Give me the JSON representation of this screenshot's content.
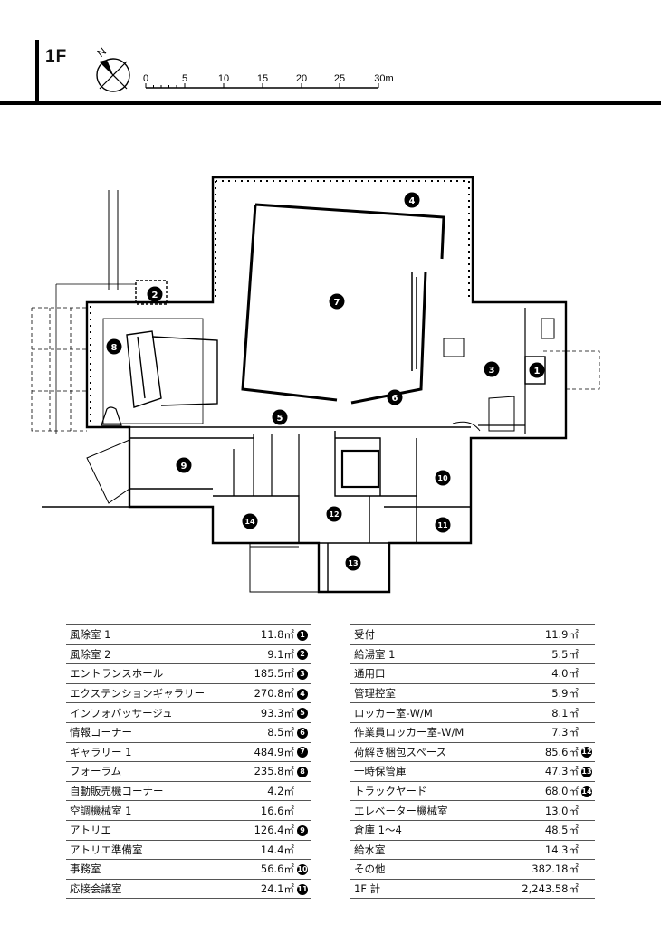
{
  "floor": "1F",
  "compass": {
    "north_label": "N"
  },
  "scale": {
    "ticks": [
      "0",
      "5",
      "10",
      "15",
      "20",
      "25",
      "30m"
    ]
  },
  "map_markers": [
    "1",
    "2",
    "3",
    "4",
    "5",
    "6",
    "7",
    "8",
    "9",
    "10",
    "11",
    "12",
    "13",
    "14"
  ],
  "rooms_left": [
    {
      "name": "風除室 1",
      "area": "11.8㎡",
      "marker": "1"
    },
    {
      "name": "風除室 2",
      "area": "9.1㎡",
      "marker": "2"
    },
    {
      "name": "エントランスホール",
      "area": "185.5㎡",
      "marker": "3"
    },
    {
      "name": "エクステンションギャラリー",
      "area": "270.8㎡",
      "marker": "4"
    },
    {
      "name": "インフォパッサージュ",
      "area": "93.3㎡",
      "marker": "5"
    },
    {
      "name": "情報コーナー",
      "area": "8.5㎡",
      "marker": "6"
    },
    {
      "name": "ギャラリー 1",
      "area": "484.9㎡",
      "marker": "7"
    },
    {
      "name": "フォーラム",
      "area": "235.8㎡",
      "marker": "8"
    },
    {
      "name": "自動販売機コーナー",
      "area": "4.2㎡",
      "marker": ""
    },
    {
      "name": "空調機械室 1",
      "area": "16.6㎡",
      "marker": ""
    },
    {
      "name": "アトリエ",
      "area": "126.4㎡",
      "marker": "9"
    },
    {
      "name": "アトリエ準備室",
      "area": "14.4㎡",
      "marker": ""
    },
    {
      "name": "事務室",
      "area": "56.6㎡",
      "marker": "10"
    },
    {
      "name": "応接会議室",
      "area": "24.1㎡",
      "marker": "11"
    }
  ],
  "rooms_right": [
    {
      "name": "受付",
      "area": "11.9㎡",
      "marker": ""
    },
    {
      "name": "給湯室 1",
      "area": "5.5㎡",
      "marker": ""
    },
    {
      "name": "通用口",
      "area": "4.0㎡",
      "marker": ""
    },
    {
      "name": "管理控室",
      "area": "5.9㎡",
      "marker": ""
    },
    {
      "name": "ロッカー室-W/M",
      "area": "8.1㎡",
      "marker": ""
    },
    {
      "name": "作業員ロッカー室-W/M",
      "area": "7.3㎡",
      "marker": ""
    },
    {
      "name": "荷解き梱包スペース",
      "area": "85.6㎡",
      "marker": "12"
    },
    {
      "name": "一時保管庫",
      "area": "47.3㎡",
      "marker": "13"
    },
    {
      "name": "トラックヤード",
      "area": "68.0㎡",
      "marker": "14"
    },
    {
      "name": "エレベーター機械室",
      "area": "13.0㎡",
      "marker": ""
    },
    {
      "name": "倉庫 1〜4",
      "area": "48.5㎡",
      "marker": ""
    },
    {
      "name": "給水室",
      "area": "14.3㎡",
      "marker": ""
    },
    {
      "name": "その他",
      "area": "382.18㎡",
      "marker": ""
    },
    {
      "name": "1F 計",
      "area": "2,243.58㎡",
      "marker": ""
    }
  ]
}
